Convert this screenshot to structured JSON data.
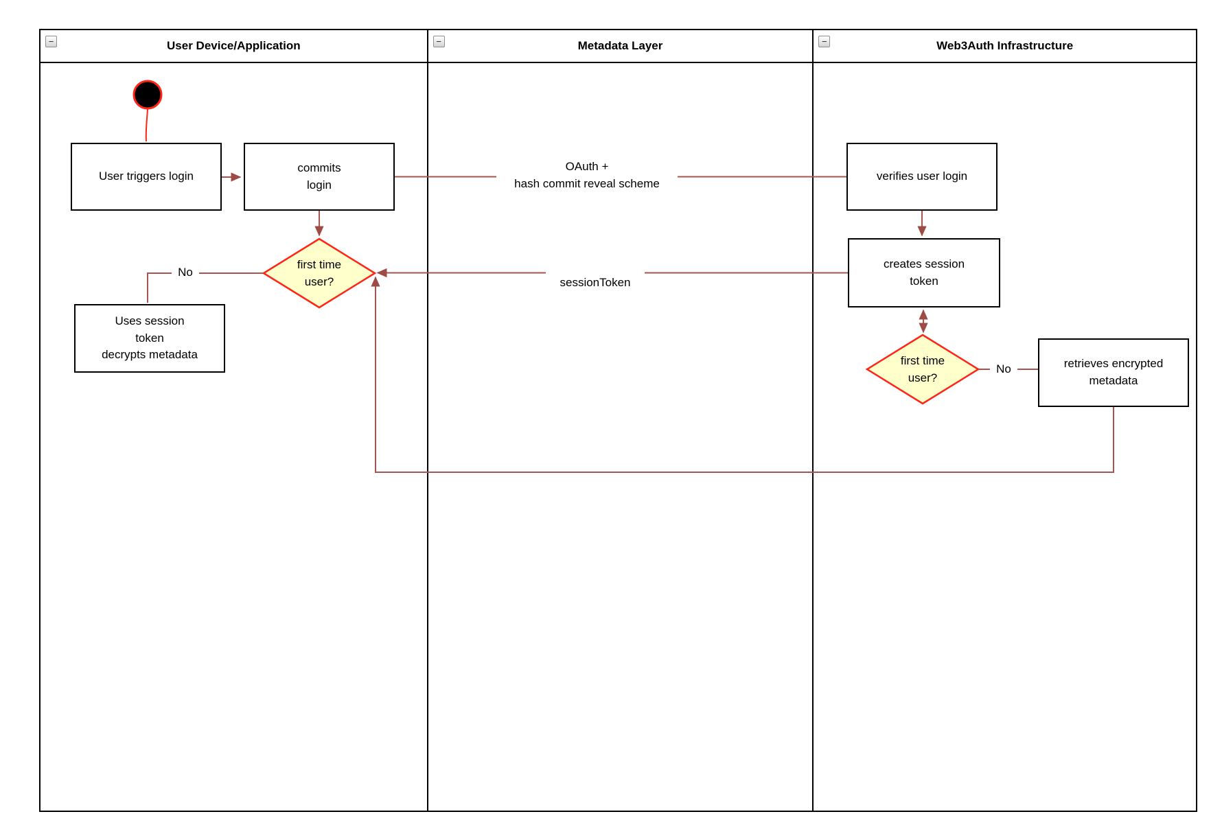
{
  "lanes": [
    {
      "title": "User Device/Application"
    },
    {
      "title": "Metadata Layer"
    },
    {
      "title": "Web3Auth Infrastructure"
    }
  ],
  "icons": {
    "collapse_glyph": "−"
  },
  "nodes": {
    "user_triggers_login": "User triggers login",
    "commits_login": "commits\nlogin",
    "first_time_user_left": "first time\nuser?",
    "uses_session_token": "Uses session\ntoken\ndecrypts metadata",
    "verifies_user_login": "verifies user login",
    "creates_session_token": "creates session\ntoken",
    "first_time_user_right": "first time\nuser?",
    "retrieves_encrypted_metadata": "retrieves encrypted\nmetadata"
  },
  "edge_labels": {
    "oauth": "OAuth +\nhash commit reveal scheme",
    "session_token": "sessionToken",
    "no_left": "No",
    "no_right": "No"
  },
  "colors": {
    "edge": "#a9534e",
    "arrowhead": "#9e4a45",
    "shape_red": "#ff2516",
    "decision_fill": "#ffffcc",
    "node_border": "#000000",
    "start_fill": "#000000"
  }
}
